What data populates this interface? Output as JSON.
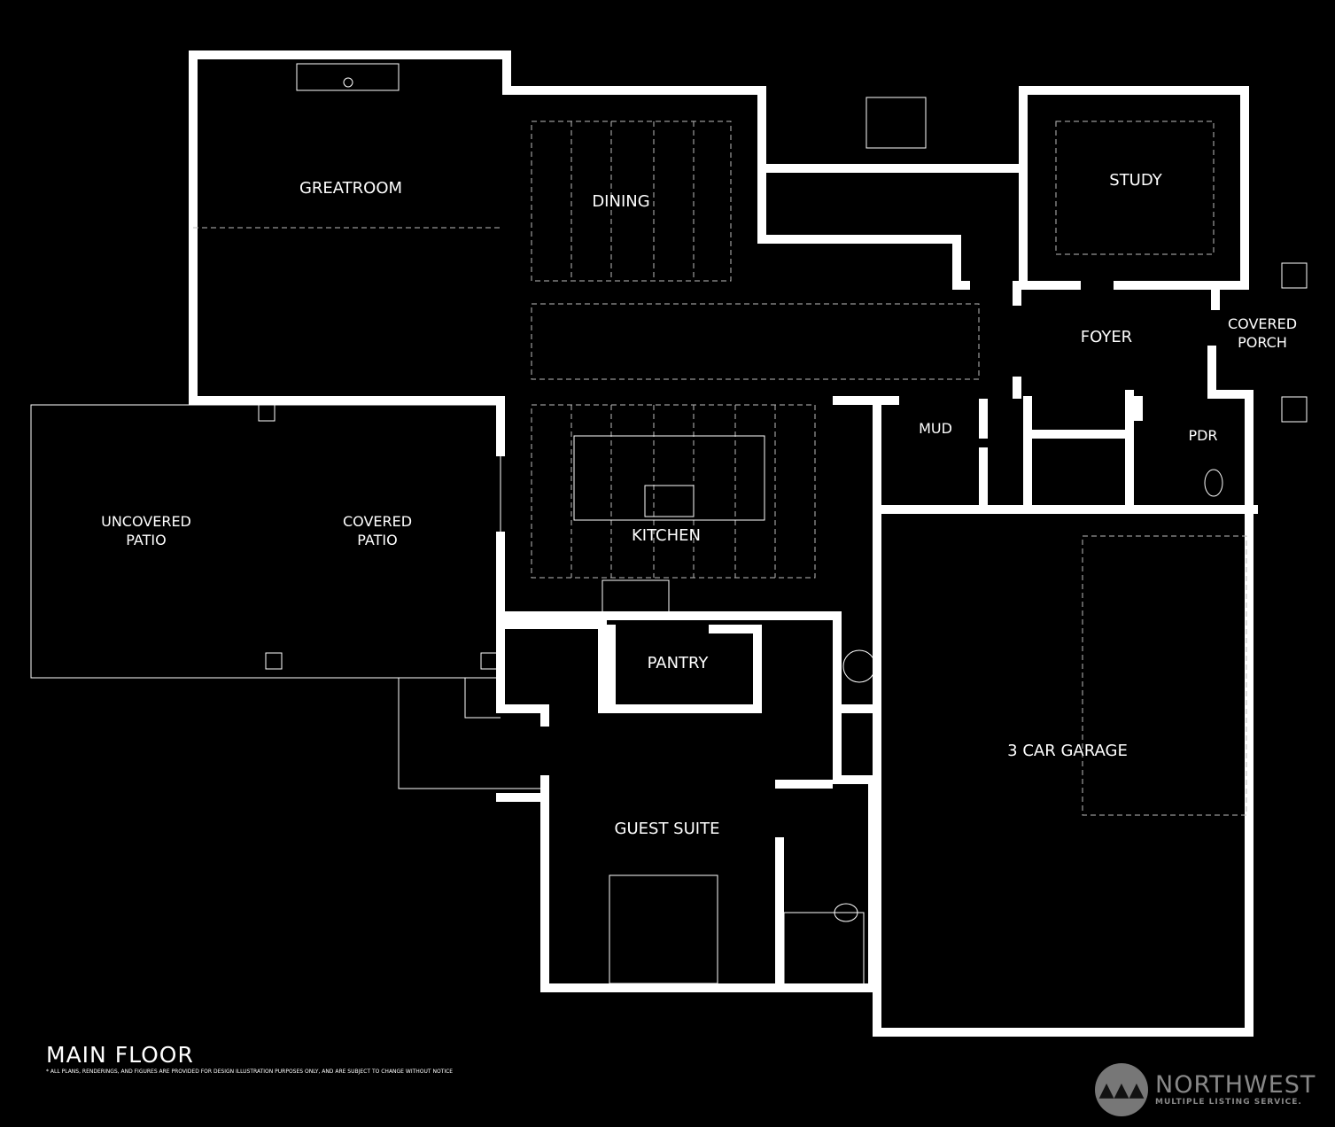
{
  "plan": {
    "title": "MAIN FLOOR",
    "disclaimer": "* ALL PLANS, RENDERINGS, AND FIGURES ARE PROVIDED FOR DESIGN ILLUSTRATION PURPOSES ONLY, AND ARE SUBJECT TO CHANGE WITHOUT NOTICE",
    "rooms": {
      "greatroom": "GREATROOM",
      "dining": "DINING",
      "study": "STUDY",
      "foyer": "FOYER",
      "covered_porch_1": "COVERED",
      "covered_porch_2": "PORCH",
      "mud": "MUD",
      "pdr": "PDR",
      "kitchen": "KITCHEN",
      "uncovered_patio_1": "UNCOVERED",
      "uncovered_patio_2": "PATIO",
      "covered_patio_1": "COVERED",
      "covered_patio_2": "PATIO",
      "pantry": "PANTRY",
      "garage": "3 CAR GARAGE",
      "guest_suite": "GUEST SUITE"
    }
  },
  "logo": {
    "name": "NORTHWEST",
    "tagline": "MULTIPLE LISTING SERVICE."
  }
}
